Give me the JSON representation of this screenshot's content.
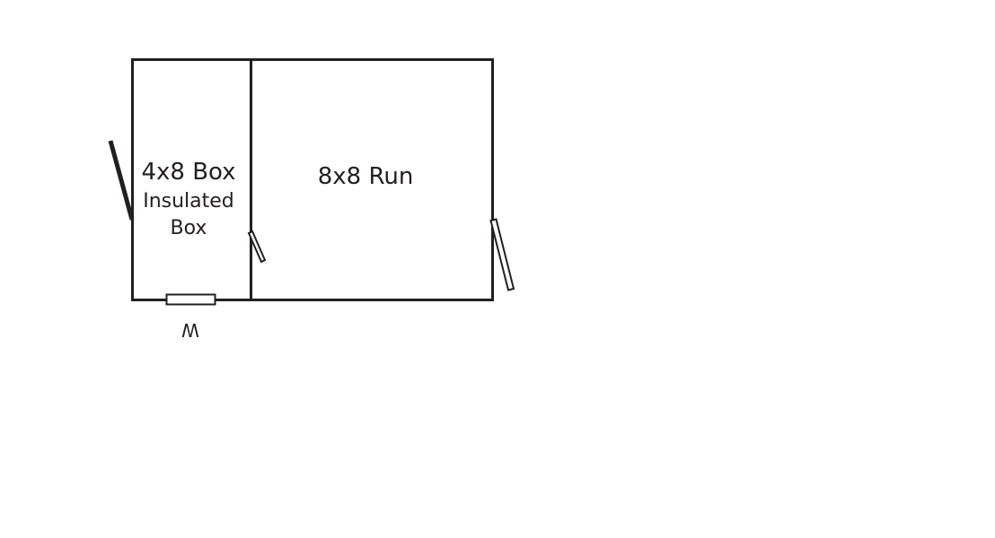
{
  "diagram": {
    "box": {
      "title": "4x8 Box",
      "line1": "Insulated",
      "line2": "Box"
    },
    "run": {
      "title": "8x8 Run"
    },
    "window": {
      "label": "W"
    },
    "colors": {
      "line": "#231f20",
      "background": "#ffffff"
    }
  }
}
